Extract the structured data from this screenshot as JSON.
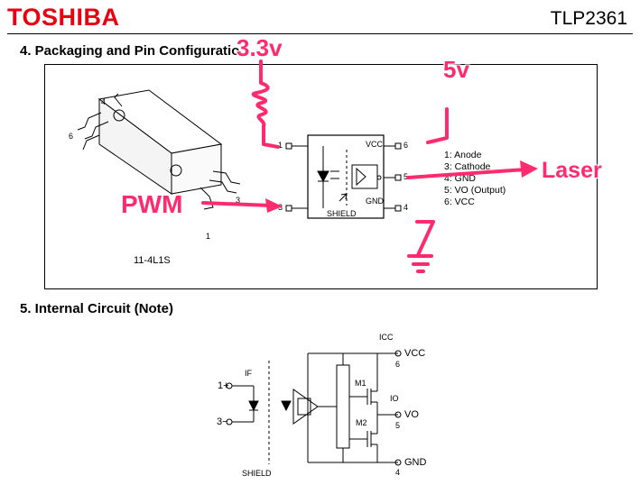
{
  "header": {
    "brand": "TOSHIBA",
    "part_number": "TLP2361"
  },
  "section4": {
    "title": "4.  Packaging and Pin Configuratio",
    "package_code": "11-4L1S",
    "package_pins": [
      "4",
      "6",
      "3",
      "1"
    ],
    "ic_pins": {
      "pin1": "1",
      "pin3": "3",
      "pin6": "6",
      "pin5": "5",
      "pin4": "4"
    },
    "ic_labels": {
      "vcc": "VCC",
      "gnd": "GND",
      "shield": "SHIELD"
    },
    "pin_descriptions": [
      "1: Anode",
      "3: Cathode",
      "4: GND",
      "5: VO (Output)",
      "6: VCC"
    ]
  },
  "annotations": {
    "v33": "3.3v",
    "v5": "5v",
    "pwm": "PWM",
    "laser": "Laser",
    "color": "#ff2b6e"
  },
  "section5": {
    "title": "5.  Internal Circuit (Note)",
    "labels": {
      "icc": "ICC",
      "vcc": "VCC",
      "pin6": "6",
      "if": "IF",
      "pin1": "1+",
      "m1": "M1",
      "io": "IO",
      "vo": "VO",
      "pin5": "5",
      "pin3": "3−",
      "m2": "M2",
      "gnd": "GND",
      "pin4": "4",
      "shield": "SHIELD"
    }
  },
  "colors": {
    "brand": "#e60012",
    "annotation": "#ff2b6e"
  }
}
